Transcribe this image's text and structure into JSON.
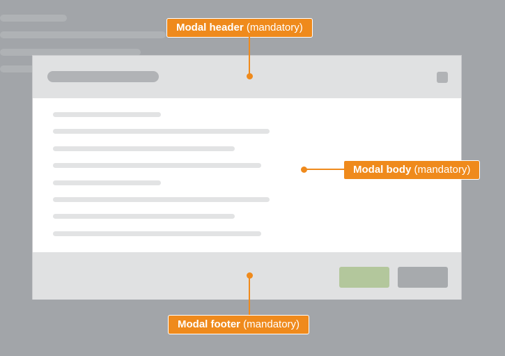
{
  "annotations": {
    "header": {
      "name": "Modal header",
      "note": "(mandatory)"
    },
    "body": {
      "name": "Modal body",
      "note": "(mandatory)"
    },
    "footer": {
      "name": "Modal footer",
      "note": "(mandatory)"
    }
  },
  "colors": {
    "page_background": "#a2a5a9",
    "modal_header_footer": "#e0e1e2",
    "modal_body": "#ffffff",
    "placeholder_dark": "#b1b3b6",
    "placeholder_light": "#e2e3e4",
    "primary_button": "#b3c79c",
    "secondary_button": "#a7aaad",
    "annotation_accent": "#ef8a1c"
  }
}
